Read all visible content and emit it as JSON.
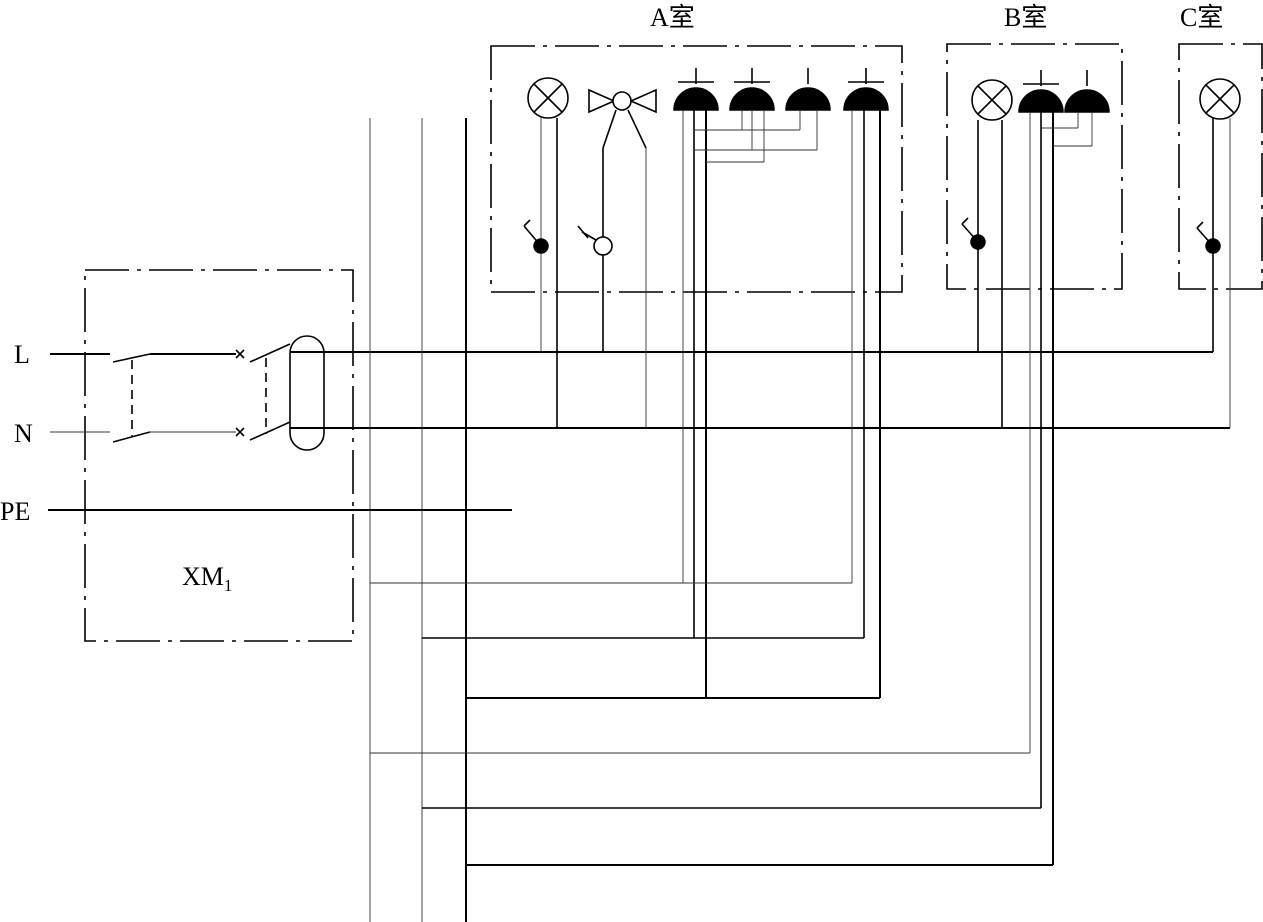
{
  "labels": {
    "room_a": "A室",
    "room_b": "B室",
    "room_c": "C室",
    "line_l": "L",
    "line_n": "N",
    "line_pe": "PE",
    "box_name": "XM",
    "box_sub": "1"
  }
}
